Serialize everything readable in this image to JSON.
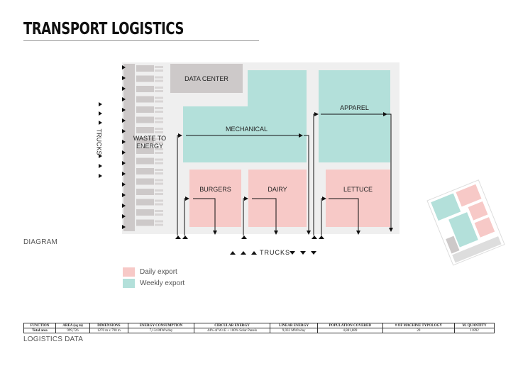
{
  "title": "TRANSPORT LOGISTICS",
  "diagram": {
    "section_label": "DIAGRAM",
    "zones": {
      "data_center": "DATA CENTER",
      "waste_to_energy_1": "WASTE TO",
      "waste_to_energy_2": "ENERGY",
      "mechanical": "MECHANICAL",
      "apparel": "APPAREL",
      "burgers": "BURGERS",
      "dairy": "DAIRY",
      "lettuce": "LETTUCE"
    },
    "trucks_left": "TRUCKS",
    "trucks_bottom": "TRUCKS"
  },
  "legend": [
    {
      "label": "Daily export",
      "color": "#f7c9c7"
    },
    {
      "label": "Weekly export",
      "color": "#b3e0da"
    }
  ],
  "table": {
    "headers": [
      "FUNCTION",
      "AREA (sq m)",
      "DIMENSIONS",
      "ENERGY CONSUMPTION",
      "CIRCULAR ENERGY",
      "LINEAR ENERGY",
      "POPULATION COVERED",
      "# OF MACHINE TYPOLOGY",
      "M. QUANTITY"
    ],
    "rows": [
      [
        "Total area",
        "999,726",
        "1270 m x 790 m",
        "7,134 MWh/day",
        "44% of W.t.E + 100% Solar Panels",
        "9,032 MWh/day",
        "4,881,889",
        "20",
        "11892"
      ]
    ]
  },
  "data_section_label": "LOGISTICS DATA",
  "colors": {
    "daily": "#f7c9c7",
    "weekly": "#b3e0da",
    "grey": "#cdc9c9",
    "base": "#efefef"
  }
}
